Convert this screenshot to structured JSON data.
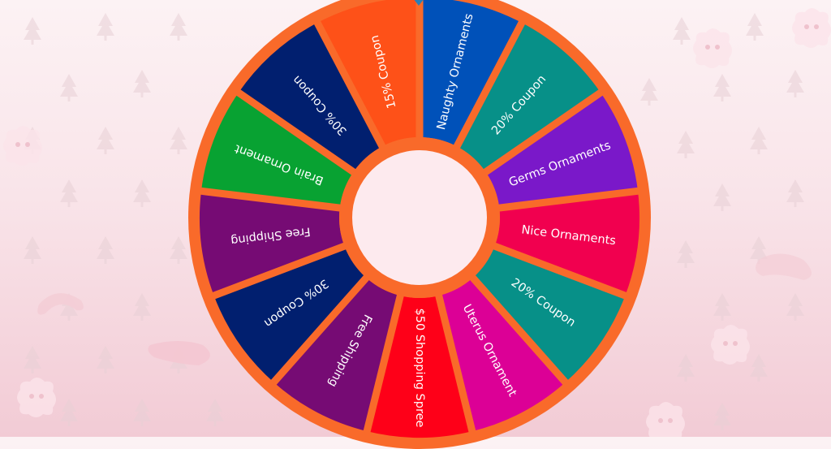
{
  "wheel": {
    "rim_color": "#f96a2a",
    "hole_color": "#fdeaee",
    "pointer_color": "#2a7fb8",
    "segments": [
      {
        "label": "Naughty Ornaments",
        "color": "#0051b9"
      },
      {
        "label": "20% Coupon",
        "color": "#079088"
      },
      {
        "label": "Germs Ornaments",
        "color": "#7a18c9"
      },
      {
        "label": "Nice Ornaments",
        "color": "#f1004f"
      },
      {
        "label": "20% Coupon",
        "color": "#079088"
      },
      {
        "label": "Uterus Ornament",
        "color": "#dc0096"
      },
      {
        "label": "$50 Shopping Spree",
        "color": "#fe0018"
      },
      {
        "label": "Free Shipping",
        "color": "#760b74"
      },
      {
        "label": "30% Coupon",
        "color": "#011f6f"
      },
      {
        "label": "Free Shipping",
        "color": "#760b74"
      },
      {
        "label": "Brain Ornament",
        "color": "#08a232"
      },
      {
        "label": "30% Coupon",
        "color": "#011f6f"
      },
      {
        "label": "15% Coupon",
        "color": "#fe5118"
      }
    ]
  }
}
